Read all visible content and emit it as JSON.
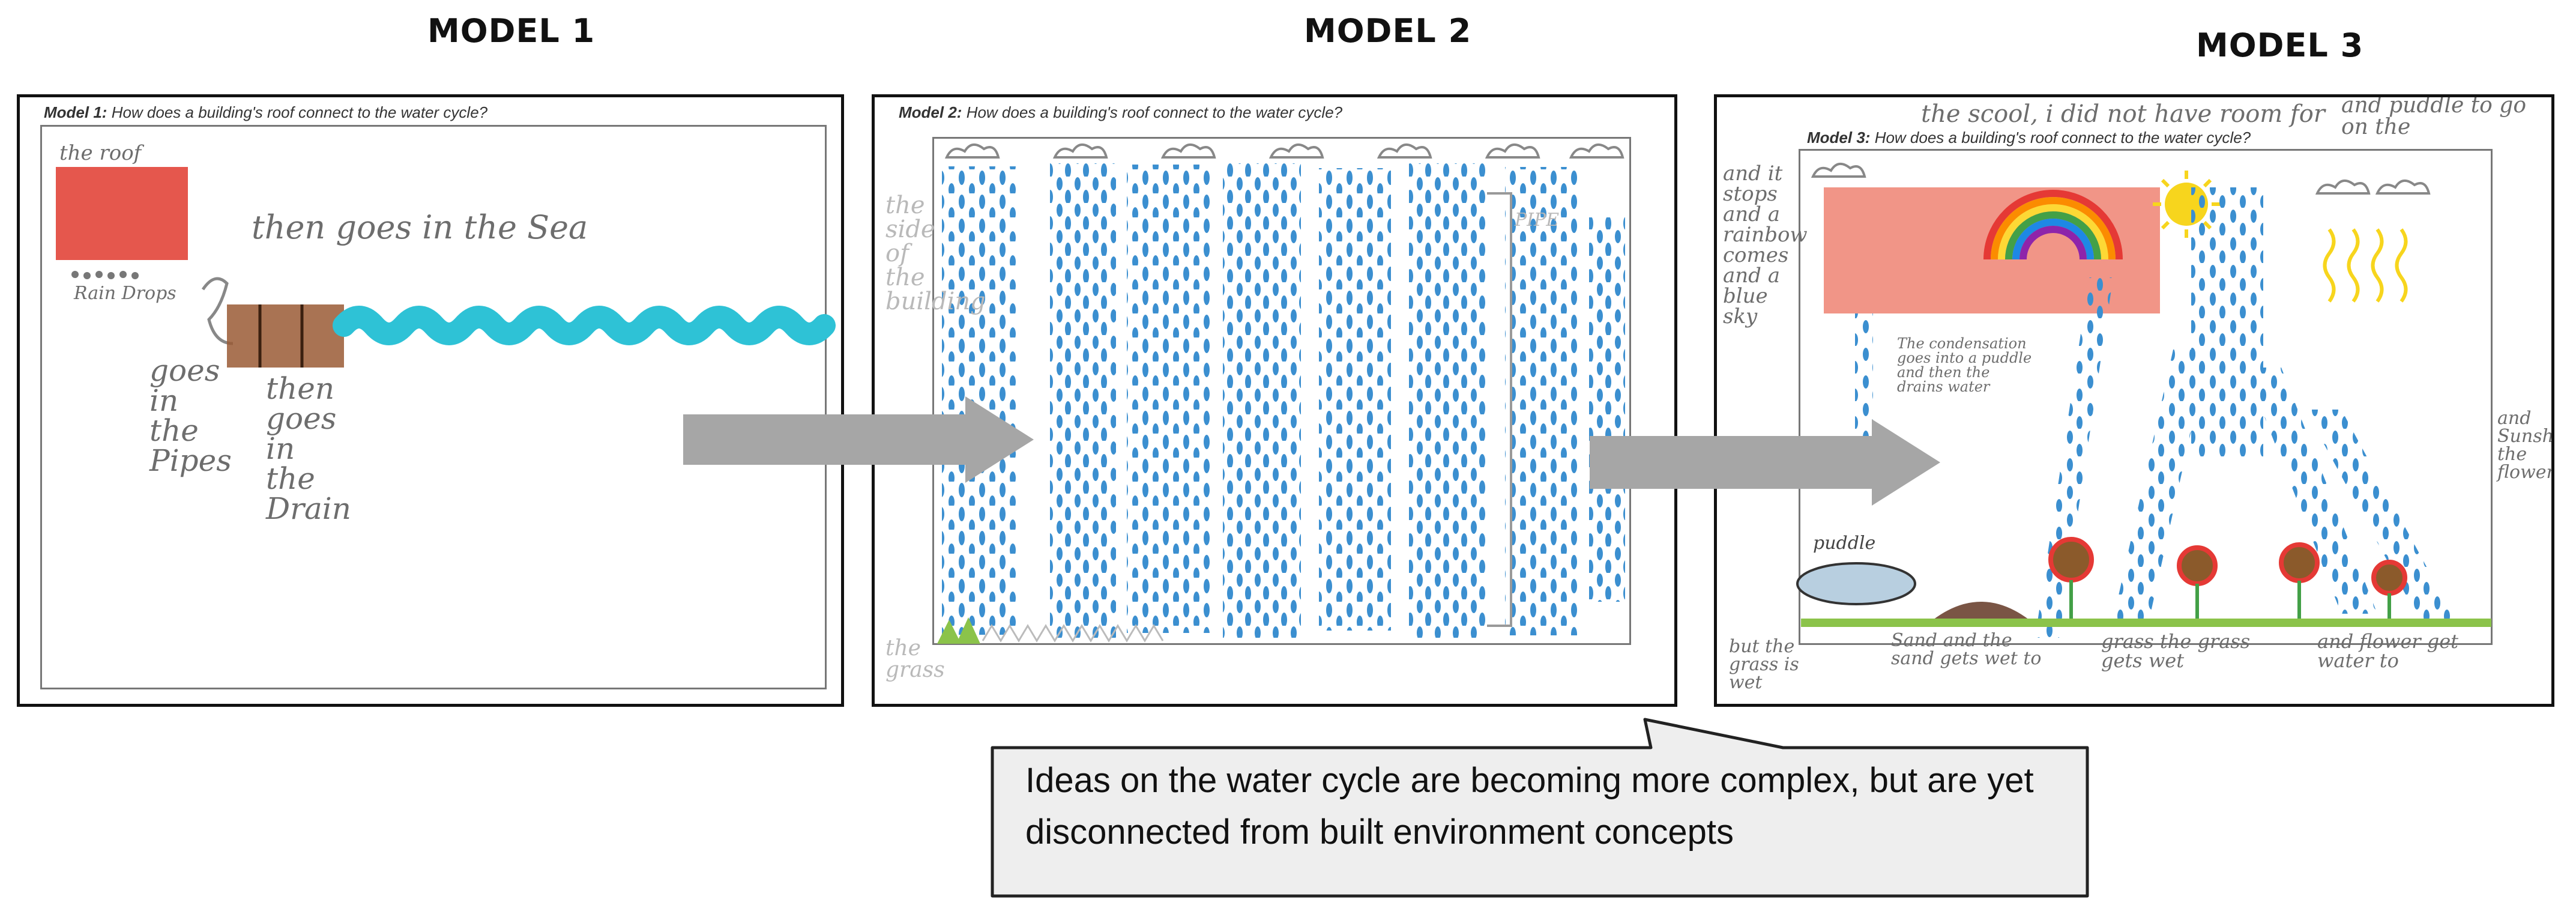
{
  "models": [
    {
      "title": "MODEL 1",
      "worksheet_label": "Model 1:",
      "question": "How does a building's roof connect to the water cycle?",
      "handwriting": {
        "roof": "the roof",
        "sea": "then goes in the Sea",
        "raindrops": "Rain Drops",
        "pipes": "goes in the Pipes",
        "drain": "then goes in the Drain"
      }
    },
    {
      "title": "MODEL 2",
      "worksheet_label": "Model 2:",
      "question": "How does a building's roof connect to the water cycle?",
      "handwriting": {
        "pipe": "PIPE",
        "side_note": "the side of the building",
        "grass": "the grass"
      }
    },
    {
      "title": "MODEL 3",
      "worksheet_label": "Model 3:",
      "question": "How does a building's roof connect to the water cycle?",
      "handwriting": {
        "top": "the scool, i did not have room for",
        "top_right": "and puddle to go on the",
        "puddle": "puddle",
        "grass_wet": "but the grass is wet",
        "sand": "Sand and the sand gets wet to",
        "grass": "grass the grass gets wet",
        "flower": "and flower get water to",
        "left_note": "and it stops and a rainbow comes and a blue sky",
        "right_note": "and Sunshine the flowers",
        "cloud_note": "The condensation goes into a puddle and then the drains water"
      }
    }
  ],
  "callout": {
    "text": "Ideas on the water cycle are becoming more complex, but are yet disconnected from built environment concepts"
  },
  "colors": {
    "arrow": "#a6a6a6",
    "callout_fill": "#eeeeee",
    "rain": "#3b8fd0",
    "roof_red": "#e03a2e",
    "roof_pink": "#ef8a7a",
    "pipe_brown": "#9a5a35",
    "water_cyan": "#2ec2d6",
    "rainbow": [
      "#e53935",
      "#fb8c00",
      "#fdd835",
      "#43a047",
      "#1e88e5",
      "#8e24aa"
    ],
    "sun": "#f7d51d",
    "grass": "#8bc34a"
  },
  "icons": [
    "cloud-icon",
    "sun-icon",
    "rainbow-icon",
    "flower-icon",
    "puddle-icon",
    "arrow-right-icon"
  ]
}
